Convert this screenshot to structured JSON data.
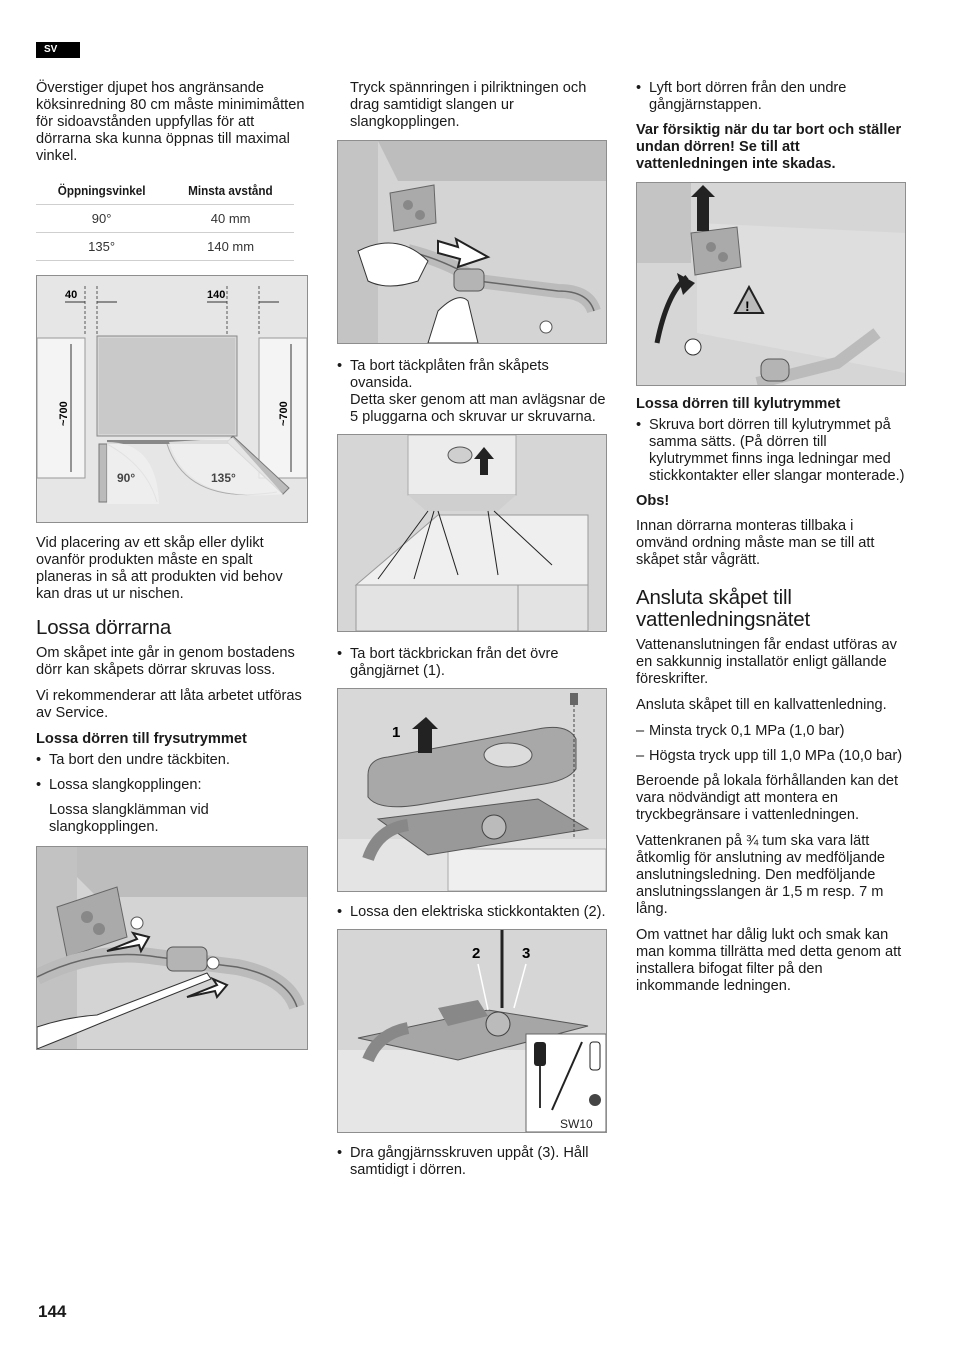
{
  "header": {
    "lang": "SV"
  },
  "page_number": "144",
  "col1": {
    "intro": "Överstiger djupet hos angränsande köksinredning 80 cm måste minimimåtten för sidoavstånden uppfyllas för att dörrarna ska kunna öppnas till maximal vinkel.",
    "table": {
      "headers": [
        "Öppningsvinkel",
        "Minsta avstånd"
      ],
      "rows": [
        [
          "90°",
          "40 mm"
        ],
        [
          "135°",
          "140 mm"
        ]
      ]
    },
    "diagram": {
      "dim1": "40",
      "dim2": "140",
      "height1": "~700",
      "height2": "~700",
      "angle1": "90°",
      "angle2": "135°"
    },
    "placement": "Vid placering av ett skåp eller dylikt ovanför produkten måste en spalt planeras in så att produkten vid behov kan dras ut ur nischen.",
    "heading": "Lossa dörrarna",
    "p1": "Om skåpet inte går in genom bostadens dörr kan skåpets dörrar skruvas loss.",
    "p2": "Vi rekommenderar att låta arbetet utföras av Service.",
    "sub": "Lossa dörren till frysutrymmet",
    "bullets": [
      "Ta bort den undre täckbiten.",
      "Lossa slangkopplingen:"
    ],
    "indent": "Lossa slangklämman vid slangkopplingen."
  },
  "col2": {
    "intro": "Tryck spännringen i pilriktningen och drag samtidigt slangen ur slangkopplingen.",
    "b1": "Ta bort täckplåten från skåpets ovansida.",
    "b1b": "Detta sker genom att man avlägsnar de 5 pluggarna och skruvar ur skruvarna.",
    "b2": "Ta bort täckbrickan från det övre gångjärnet (1).",
    "fig_label1": "1",
    "b3": "Lossa den elektriska stickkontakten (2).",
    "fig_label2": "2",
    "fig_label3": "3",
    "tool_label": "SW10",
    "b4": "Dra gångjärnsskruven uppåt (3). Håll samtidigt i dörren."
  },
  "col3": {
    "b1": "Lyft bort dörren från den undre gångjärnstappen.",
    "warning": "Var försiktig när du tar bort och ställer undan dörren! Se till att vattenledningen inte skadas.",
    "sub": "Lossa dörren till kylutrymmet",
    "b2": "Skruva bort dörren till kylutrymmet på samma sätts. (På dörren till kylutrymmet finns inga ledningar med stickkontakter eller slangar monterade.)",
    "obs_title": "Obs!",
    "obs": "Innan dörrarna monteras tillbaka i omvänd ordning måste man se till att skåpet står vågrätt.",
    "heading": "Ansluta skåpet till vattenledningsnätet",
    "p1": "Vattenanslutningen får endast utföras av en sakkunnig installatör enligt gällande föreskrifter.",
    "p2": "Ansluta skåpet till en kallvattenledning.",
    "dashes": [
      "Minsta tryck 0,1 MPa (1,0 bar)",
      "Högsta tryck upp till 1,0 MPa (10,0 bar)"
    ],
    "p3": "Beroende på lokala förhållanden kan det vara nödvändigt att montera en tryckbegränsare i vattenledningen.",
    "p4": "Vattenkranen på ¾ tum ska vara lätt åtkomlig för anslutning av medföljande anslutningsledning. Den medföljande anslutningsslangen är 1,5 m resp. 7 m lång.",
    "p5": "Om vattnet har dålig lukt och smak kan man komma tillrätta med detta genom att installera bifogat filter på den inkommande ledningen."
  }
}
